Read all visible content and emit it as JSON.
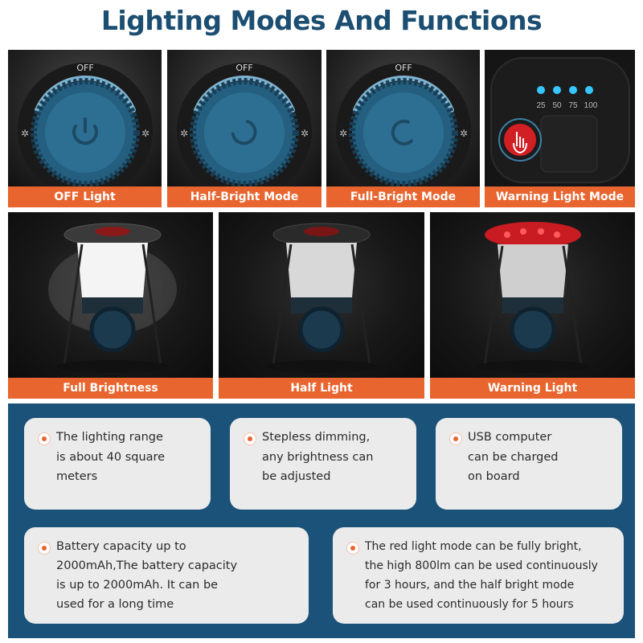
{
  "title": "Lighting Modes And Functions",
  "dial_panels": [
    {
      "caption": "OFF Light",
      "off_label": "OFF"
    },
    {
      "caption": "Half-Bright Mode",
      "off_label": "OFF"
    },
    {
      "caption": "Full-Bright Mode",
      "off_label": "OFF"
    },
    {
      "caption": "Warning Light Mode",
      "battery_levels": [
        "25",
        "50",
        "75",
        "100"
      ]
    }
  ],
  "lantern_panels": [
    {
      "caption": "Full Brightness"
    },
    {
      "caption": "Half Light"
    },
    {
      "caption": "Warning Light"
    }
  ],
  "features": [
    {
      "lines": [
        "The lighting range",
        "is about 40 square",
        "meters"
      ]
    },
    {
      "lines": [
        "Stepless dimming,",
        "any brightness can",
        "be adjusted"
      ]
    },
    {
      "lines": [
        "USB computer",
        "can be charged",
        "on board"
      ]
    },
    {
      "lines": [
        "Battery capacity up to",
        "2000mAh,The battery capacity",
        "is up to 2000mAh. It can be",
        "used for a long time"
      ]
    },
    {
      "lines": [
        "The red light mode can be fully bright,",
        "the high 800lm can be used continuously",
        "for 3 hours, and the half bright mode",
        "can be used continuously for 5 hours"
      ]
    }
  ],
  "colors": {
    "accent_orange": "#e8652f",
    "navy": "#1b5279",
    "dial_blue": "#2d6f93",
    "title_blue": "#1c4e72"
  }
}
